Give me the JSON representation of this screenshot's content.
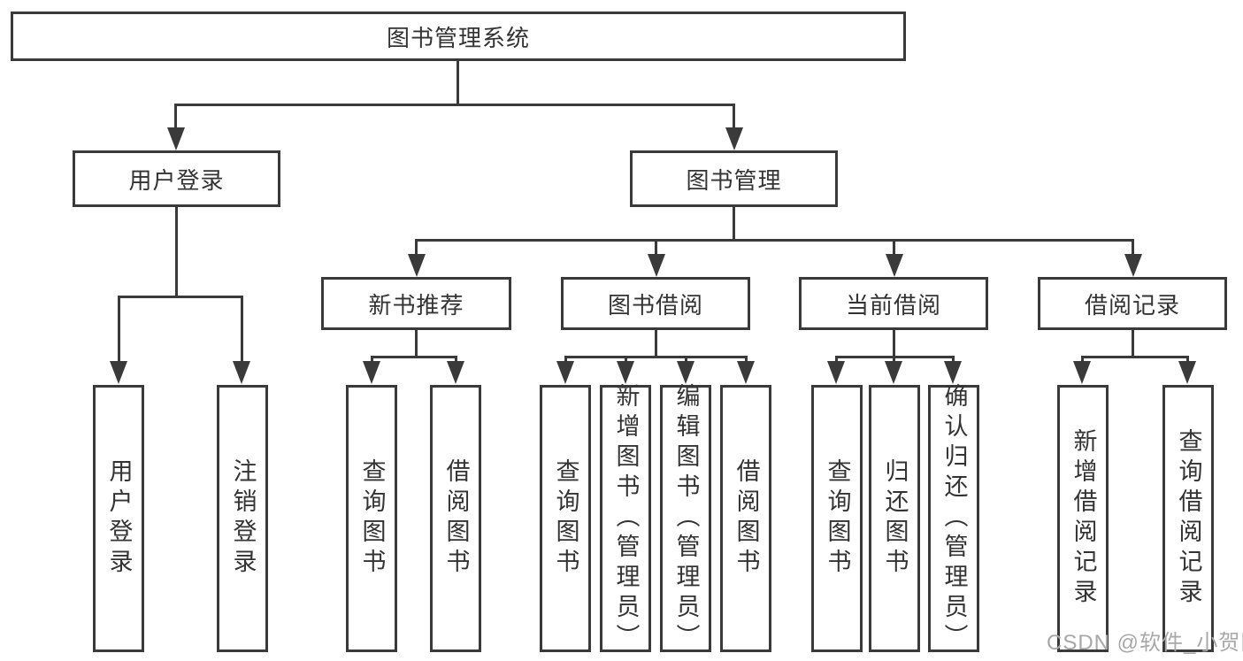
{
  "diagram": {
    "root": {
      "label": "图书管理系统"
    },
    "level2": [
      {
        "label": "用户登录"
      },
      {
        "label": "图书管理"
      }
    ],
    "level3": [
      {
        "label": "新书推荐"
      },
      {
        "label": "图书借阅"
      },
      {
        "label": "当前借阅"
      },
      {
        "label": "借阅记录"
      }
    ],
    "leaves": {
      "user_login": [
        {
          "label": "用户登录"
        },
        {
          "label": "注销登录"
        }
      ],
      "new_books": [
        {
          "label": "查询图书"
        },
        {
          "label": "借阅图书"
        }
      ],
      "book_borrow": [
        {
          "label": "查询图书"
        },
        {
          "label": "新增图书（管理员）"
        },
        {
          "label": "编辑图书（管理员）"
        },
        {
          "label": "借阅图书"
        }
      ],
      "current_borrow": [
        {
          "label": "查询图书"
        },
        {
          "label": "归还图书"
        },
        {
          "label": "确认归还（管理员）"
        }
      ],
      "borrow_records": [
        {
          "label": "新增借阅记录"
        },
        {
          "label": "查询借阅记录"
        }
      ]
    },
    "watermark": "CSDN @软件_小贺同学",
    "colors": {
      "line": "#3a3a3a",
      "text": "#333333",
      "watermark": "#a8a8a8",
      "background": "#ffffff"
    }
  }
}
